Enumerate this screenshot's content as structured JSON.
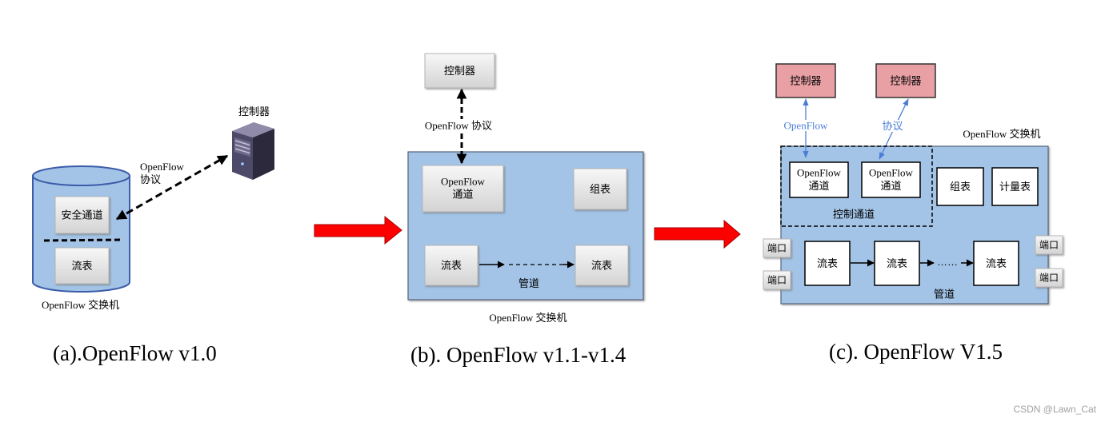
{
  "colors": {
    "switch_fill": "#a3c4e7",
    "transition_arrow": "#ff0000",
    "controller_pink": "#e8a0a4",
    "protocol_blue": "#4a7ed6"
  },
  "panel_a": {
    "caption": "(a).OpenFlow v1.0",
    "controller_label": "控制器",
    "controller_icon": "server-icon",
    "protocol_lines": [
      "OpenFlow",
      "协议"
    ],
    "secure_channel": "安全通道",
    "flow_table": "流表",
    "switch_label": "OpenFlow 交换机"
  },
  "panel_b": {
    "caption": "(b). OpenFlow v1.1-v1.4",
    "controller": "控制器",
    "protocol_label": "OpenFlow 协议",
    "channel_lines": [
      "OpenFlow",
      "通道"
    ],
    "group_table": "组表",
    "flow_tables": [
      "流表",
      "流表"
    ],
    "pipeline_label": "管道",
    "switch_label": "OpenFlow 交换机"
  },
  "panel_c": {
    "caption": "(c). OpenFlow V1.5",
    "controllers": [
      "控制器",
      "控制器"
    ],
    "protocol_labels": [
      "OpenFlow",
      "协议"
    ],
    "switch_label": "OpenFlow 交换机",
    "channels": [
      [
        "OpenFlow",
        "通道"
      ],
      [
        "OpenFlow",
        "通道"
      ]
    ],
    "control_channel_label": "控制通道",
    "group_table": "组表",
    "meter_table": "计量表",
    "flow_tables": [
      "流表",
      "流表",
      "流表"
    ],
    "ellipsis": "……",
    "pipeline_label": "管道",
    "ports_left": [
      "端口",
      "端口"
    ],
    "ports_right": [
      "端口",
      "端口"
    ]
  },
  "watermark": "CSDN @Lawn_Cat"
}
